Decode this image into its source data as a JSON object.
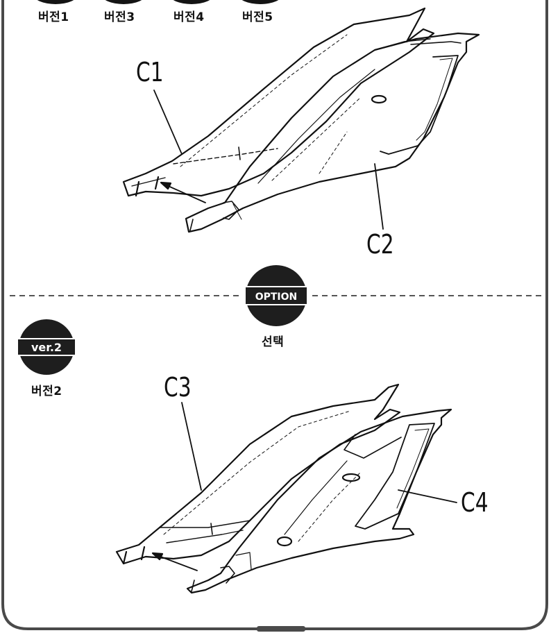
{
  "versions_top": [
    "버전1",
    "버전3",
    "버전4",
    "버전5"
  ],
  "option": {
    "badge": "OPTION",
    "caption": "선택"
  },
  "ver2": {
    "badge": "ver.2",
    "caption": "버전2"
  },
  "parts": {
    "c1": "C1",
    "c2": "C2",
    "c3": "C3",
    "c4": "C4"
  },
  "colors": {
    "ink": "#111111",
    "frame": "#4a4a4a",
    "paper": "#ffffff"
  }
}
